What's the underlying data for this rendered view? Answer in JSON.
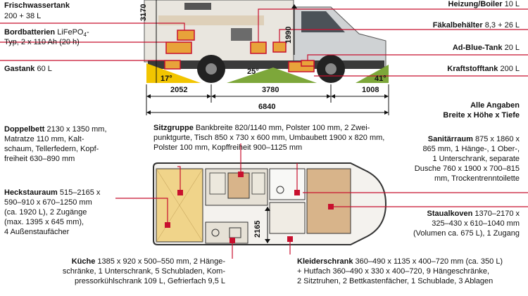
{
  "top_left": {
    "water_title": "Frischwassertank",
    "water_value": "200 + 38 L",
    "battery_title": "Bordbatterien",
    "battery_line1_rest": "LiFePO",
    "battery_line1_sub": "4",
    "battery_line1_end": "-",
    "battery_line2": "Typ, 2 x 110 Ah (20 h)",
    "gas_title": "Gastank",
    "gas_value": "60 L"
  },
  "top_right": {
    "heating_title": "Heizung/Boiler",
    "heating_value": "10 L",
    "waste_title": "Fäkalbehälter",
    "waste_value": "8,3 + 26 L",
    "adblue_title": "Ad-Blue-Tank",
    "adblue_value": "20 L",
    "fuel_title": "Kraftstofftank",
    "fuel_value": "200 L"
  },
  "dimensions": {
    "height": "3170",
    "interior_height": "1990",
    "angle_front": "17°",
    "angle_mid": "25°",
    "angle_rear": "41°",
    "overhang_front": "2052",
    "wheelbase": "3780",
    "overhang_rear": "1008",
    "total_length": "6840",
    "floor_width": "2165"
  },
  "note": {
    "line1": "Alle Angaben",
    "line2": "Breite x Höhe x Tiefe"
  },
  "bed": {
    "title": "Doppelbett",
    "line1": "2130 x 1350 mm,",
    "line2": "Matratze 110 mm, Kalt-",
    "line3": "schaum, Tellerfedern, Kopf-",
    "line4": "freiheit 630–890 mm"
  },
  "seating": {
    "title": "Sitzgruppe",
    "line1": "Bankbreite 820/1140 mm, Polster 100 mm, 2 Zwei-",
    "line2": "punktgurte, Tisch 850 x 730 x 600 mm, Umbaubett 1900 x 820 mm,",
    "line3": "Polster 100 mm, Kopffreiheit 900–1125 mm"
  },
  "sanitary": {
    "title": "Sanitärraum",
    "line1": "875 x 1860 x",
    "line2": "865 mm, 1 Hänge-, 1 Ober-,",
    "line3": "1 Unterschrank, separate",
    "line4": "Dusche 760 x 1900 x 700–815",
    "line5": "mm, Trockentrenntoilette"
  },
  "rear_storage": {
    "title": "Heckstauraum",
    "line1": "515–2165 x",
    "line2": "590–910 x 670–1250 mm",
    "line3": "(ca. 1920 L), 2 Zugänge",
    "line4": "(max. 1395 x 645 mm),",
    "line5": "4 Außenstaufächer"
  },
  "alcove": {
    "title": "Staualkoven",
    "line1": "1370–2170 x",
    "line2": "325–430 x 610–1040 mm",
    "line3": "(Volumen ca. 675 L), 1 Zugang"
  },
  "kitchen": {
    "title": "Küche",
    "line1": "1385 x 920 x 500–550 mm, 2 Hänge-",
    "line2": "schränke, 1 Unterschrank, 5 Schubladen, Kom-",
    "line3": "pressorkühlschrank 109 L, Gefrierfach 9,5 L"
  },
  "wardrobe": {
    "title": "Kleiderschrank",
    "line1": "360–490 x 1135 x 400–720 mm (ca. 350 L)",
    "line2": "+ Hutfach 360–490 x 330 x 400–720, 9 Hängeschränke,",
    "line3": "2 Sitztruhen, 2 Bettkastenfächer, 1 Schublade, 3 Ablagen"
  },
  "colors": {
    "accent_red": "#c8102e",
    "marker_fill": "#e8a33a",
    "angle_yellow": "#f2c500",
    "angle_green": "#7da73a",
    "wood": "#d8b48a"
  }
}
